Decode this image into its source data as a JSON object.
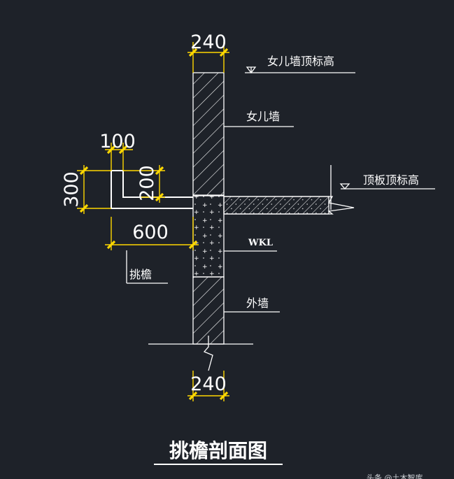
{
  "dimensions": {
    "top_wall": "240",
    "eave_thickness": "100",
    "eave_height": "300",
    "eave_depth": "200",
    "eave_width": "600",
    "bottom_wall": "240"
  },
  "labels": {
    "parapet_top_elevation": "女儿墙顶标高",
    "parapet": "女儿墙",
    "roof_top_elevation": "顶板顶标高",
    "wkl": "WKL",
    "eave": "挑檐",
    "exterior_wall": "外墙"
  },
  "title": "挑檐剖面图",
  "watermark": "头条 @土木智库",
  "colors": {
    "background": "#1e2229",
    "lines": "#ffffff",
    "dimension": "#ffd800"
  }
}
